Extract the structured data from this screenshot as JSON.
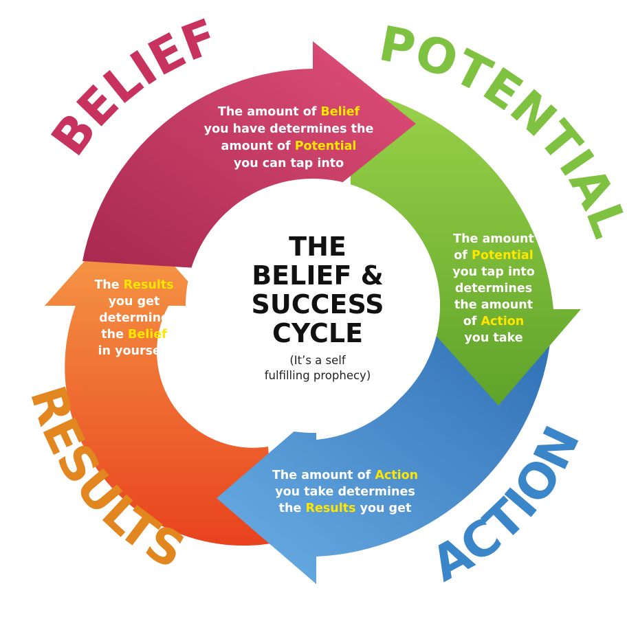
{
  "colors": {
    "belief": "#c8325f",
    "potential": "#7fc242",
    "action": "#3b86c8",
    "results": "#e8742a",
    "results_label": "#e2861f",
    "highlight": "#ffe600"
  },
  "outer_labels": {
    "belief": "BELIEF",
    "potential": "POTENTIAL",
    "action": "ACTION",
    "results": "RESULTS"
  },
  "center": {
    "title_lines": [
      "THE",
      "BELIEF &",
      "SUCCESS",
      "CYCLE"
    ],
    "subtitle_lines": [
      "(It’s a self",
      "fulfilling prophecy)"
    ]
  },
  "segments": {
    "belief": {
      "lines": [
        [
          "The amount of ",
          "Belief"
        ],
        [
          "you have determines the"
        ],
        [
          "amount of ",
          "Potential"
        ],
        [
          "you can tap into"
        ]
      ]
    },
    "potential": {
      "lines": [
        [
          "The amount"
        ],
        [
          "of ",
          "Potential"
        ],
        [
          "you tap into"
        ],
        [
          "determines"
        ],
        [
          "the amount"
        ],
        [
          "of ",
          "Action"
        ],
        [
          "you take"
        ]
      ]
    },
    "action": {
      "lines": [
        [
          "The amount of ",
          "Action"
        ],
        [
          "you take determines"
        ],
        [
          "the ",
          "Results",
          " you get"
        ]
      ]
    },
    "results": {
      "lines": [
        [
          "The ",
          "Results"
        ],
        [
          "you get"
        ],
        [
          "determine"
        ],
        [
          "the ",
          "Belief"
        ],
        [
          "in yourself"
        ]
      ]
    }
  }
}
